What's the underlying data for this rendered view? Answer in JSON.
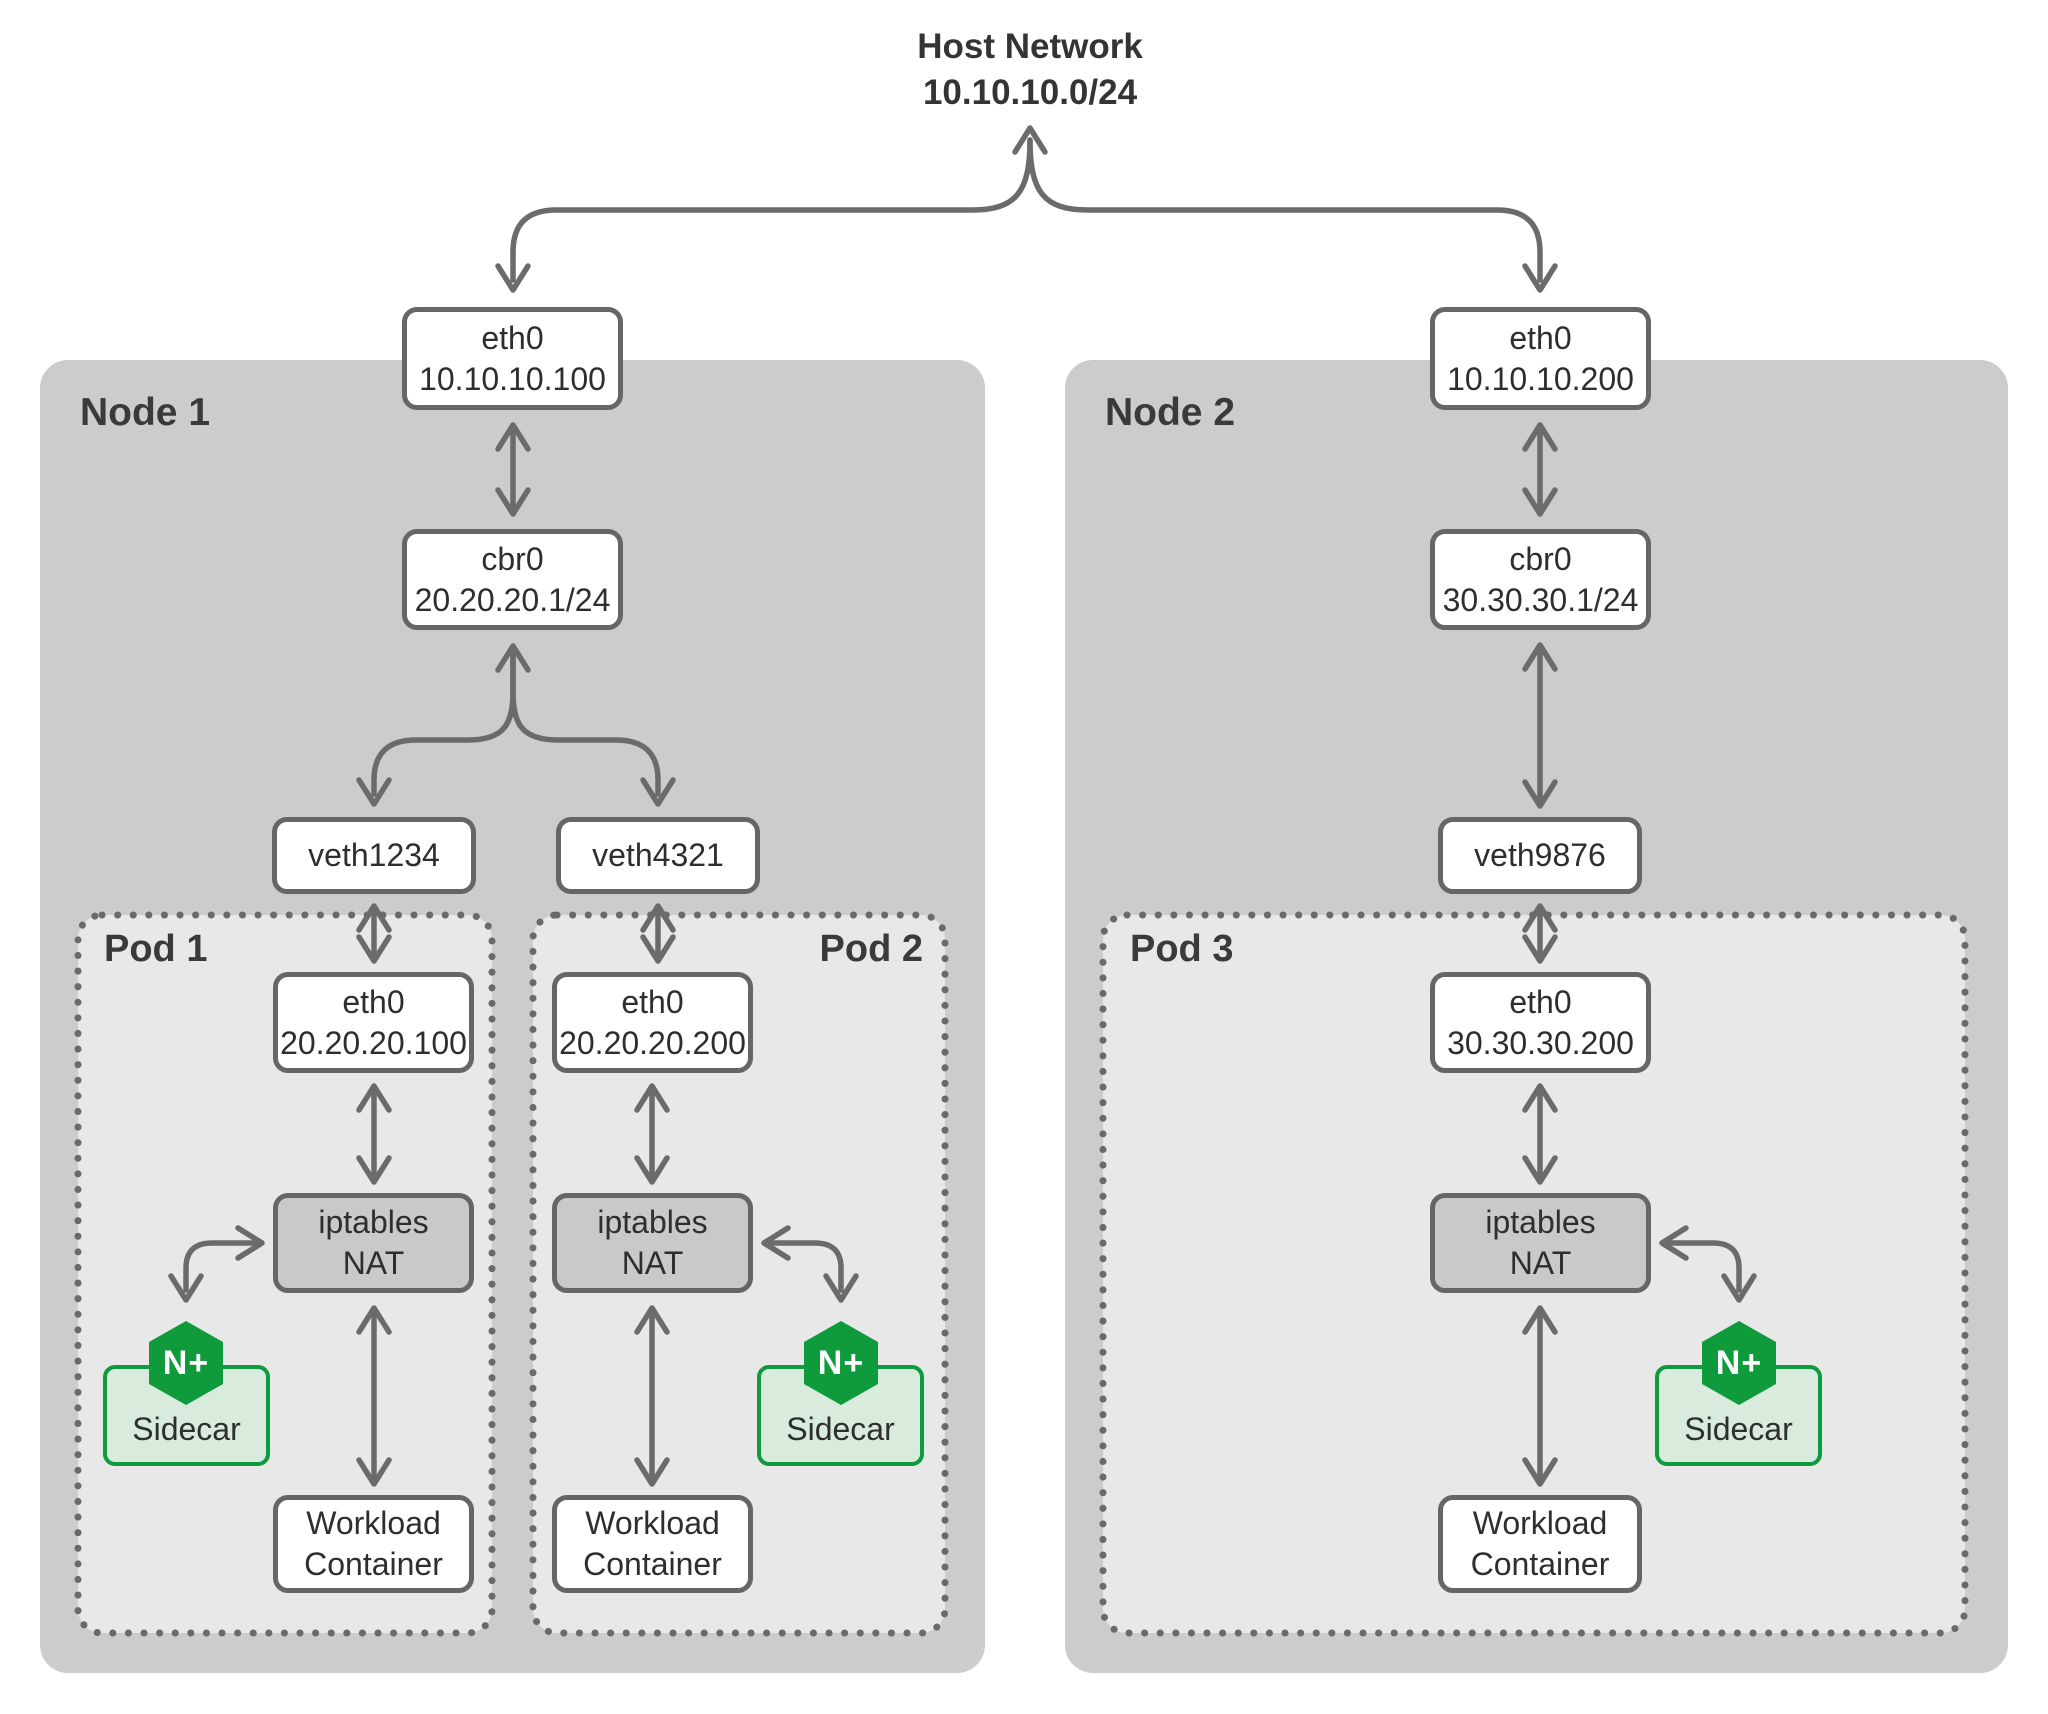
{
  "title": {
    "line1": "Host Network",
    "line2": "10.10.10.0/24"
  },
  "colors": {
    "node_fill": "#cccccc",
    "pod_fill": "#e8e8e8",
    "box_border": "#666666",
    "iptables_fill": "#c9c9c9",
    "arrow": "#6b6b6b",
    "green": "#0d9b3d",
    "green_light": "#d8ebdc"
  },
  "node1": {
    "label": "Node 1",
    "eth0": {
      "line1": "eth0",
      "line2": "10.10.10.100"
    },
    "cbr0": {
      "line1": "cbr0",
      "line2": "20.20.20.1/24"
    },
    "veth_left": {
      "label": "veth1234"
    },
    "veth_right": {
      "label": "veth4321"
    }
  },
  "node2": {
    "label": "Node 2",
    "eth0": {
      "line1": "eth0",
      "line2": "10.10.10.200"
    },
    "cbr0": {
      "line1": "cbr0",
      "line2": "30.30.30.1/24"
    },
    "veth": {
      "label": "veth9876"
    }
  },
  "pod1": {
    "label": "Pod 1",
    "eth0": {
      "line1": "eth0",
      "line2": "20.20.20.100"
    },
    "iptables": {
      "line1": "iptables",
      "line2": "NAT"
    },
    "sidecar": {
      "label": "Sidecar",
      "icon_text": "N+"
    },
    "workload": {
      "line1": "Workload",
      "line2": "Container"
    }
  },
  "pod2": {
    "label": "Pod 2",
    "eth0": {
      "line1": "eth0",
      "line2": "20.20.20.200"
    },
    "iptables": {
      "line1": "iptables",
      "line2": "NAT"
    },
    "sidecar": {
      "label": "Sidecar",
      "icon_text": "N+"
    },
    "workload": {
      "line1": "Workload",
      "line2": "Container"
    }
  },
  "pod3": {
    "label": "Pod 3",
    "eth0": {
      "line1": "eth0",
      "line2": "30.30.30.200"
    },
    "iptables": {
      "line1": "iptables",
      "line2": "NAT"
    },
    "sidecar": {
      "label": "Sidecar",
      "icon_text": "N+"
    },
    "workload": {
      "line1": "Workload",
      "line2": "Container"
    }
  }
}
